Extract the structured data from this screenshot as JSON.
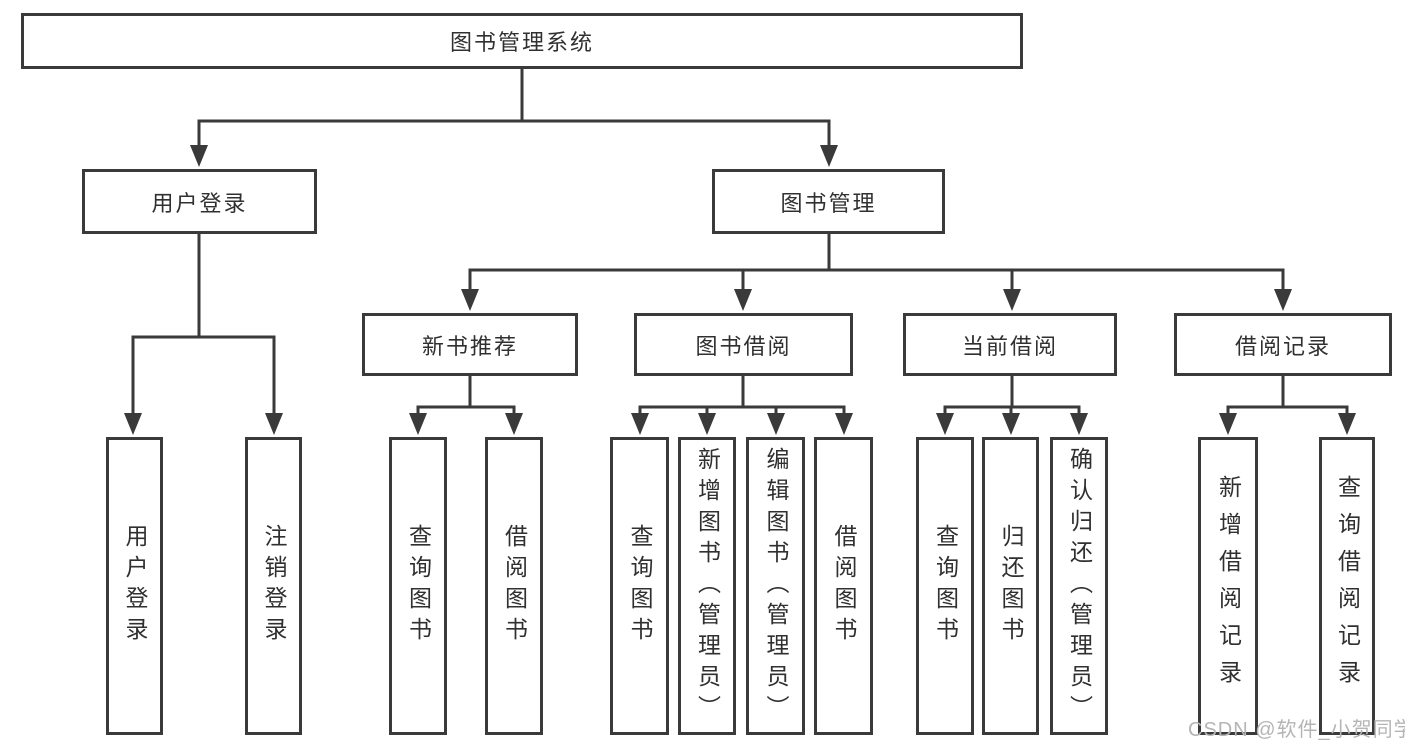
{
  "watermark": "CSDN @软件_小贺同学",
  "colors": {
    "line": "#3a3a3a",
    "text": "#303030",
    "node_fill": "#ffffff",
    "background": "#ffffff",
    "watermark": "#b5b5b5"
  },
  "diagram": {
    "type": "tree",
    "root": "图书管理系统",
    "branches": [
      {
        "label": "用户登录",
        "children": [
          "用户登录",
          "注销登录"
        ]
      },
      {
        "label": "图书管理",
        "children": [
          {
            "label": "新书推荐",
            "children": [
              "查询图书",
              "借阅图书"
            ]
          },
          {
            "label": "图书借阅",
            "children": [
              "查询图书",
              "新增图书（管理员）",
              "编辑图书（管理员）",
              "借阅图书"
            ]
          },
          {
            "label": "当前借阅",
            "children": [
              "查询图书",
              "归还图书",
              "确认归还（管理员）"
            ]
          },
          {
            "label": "借阅记录",
            "children": [
              "新增借阅记录",
              "查询借阅记录"
            ]
          }
        ]
      }
    ]
  }
}
